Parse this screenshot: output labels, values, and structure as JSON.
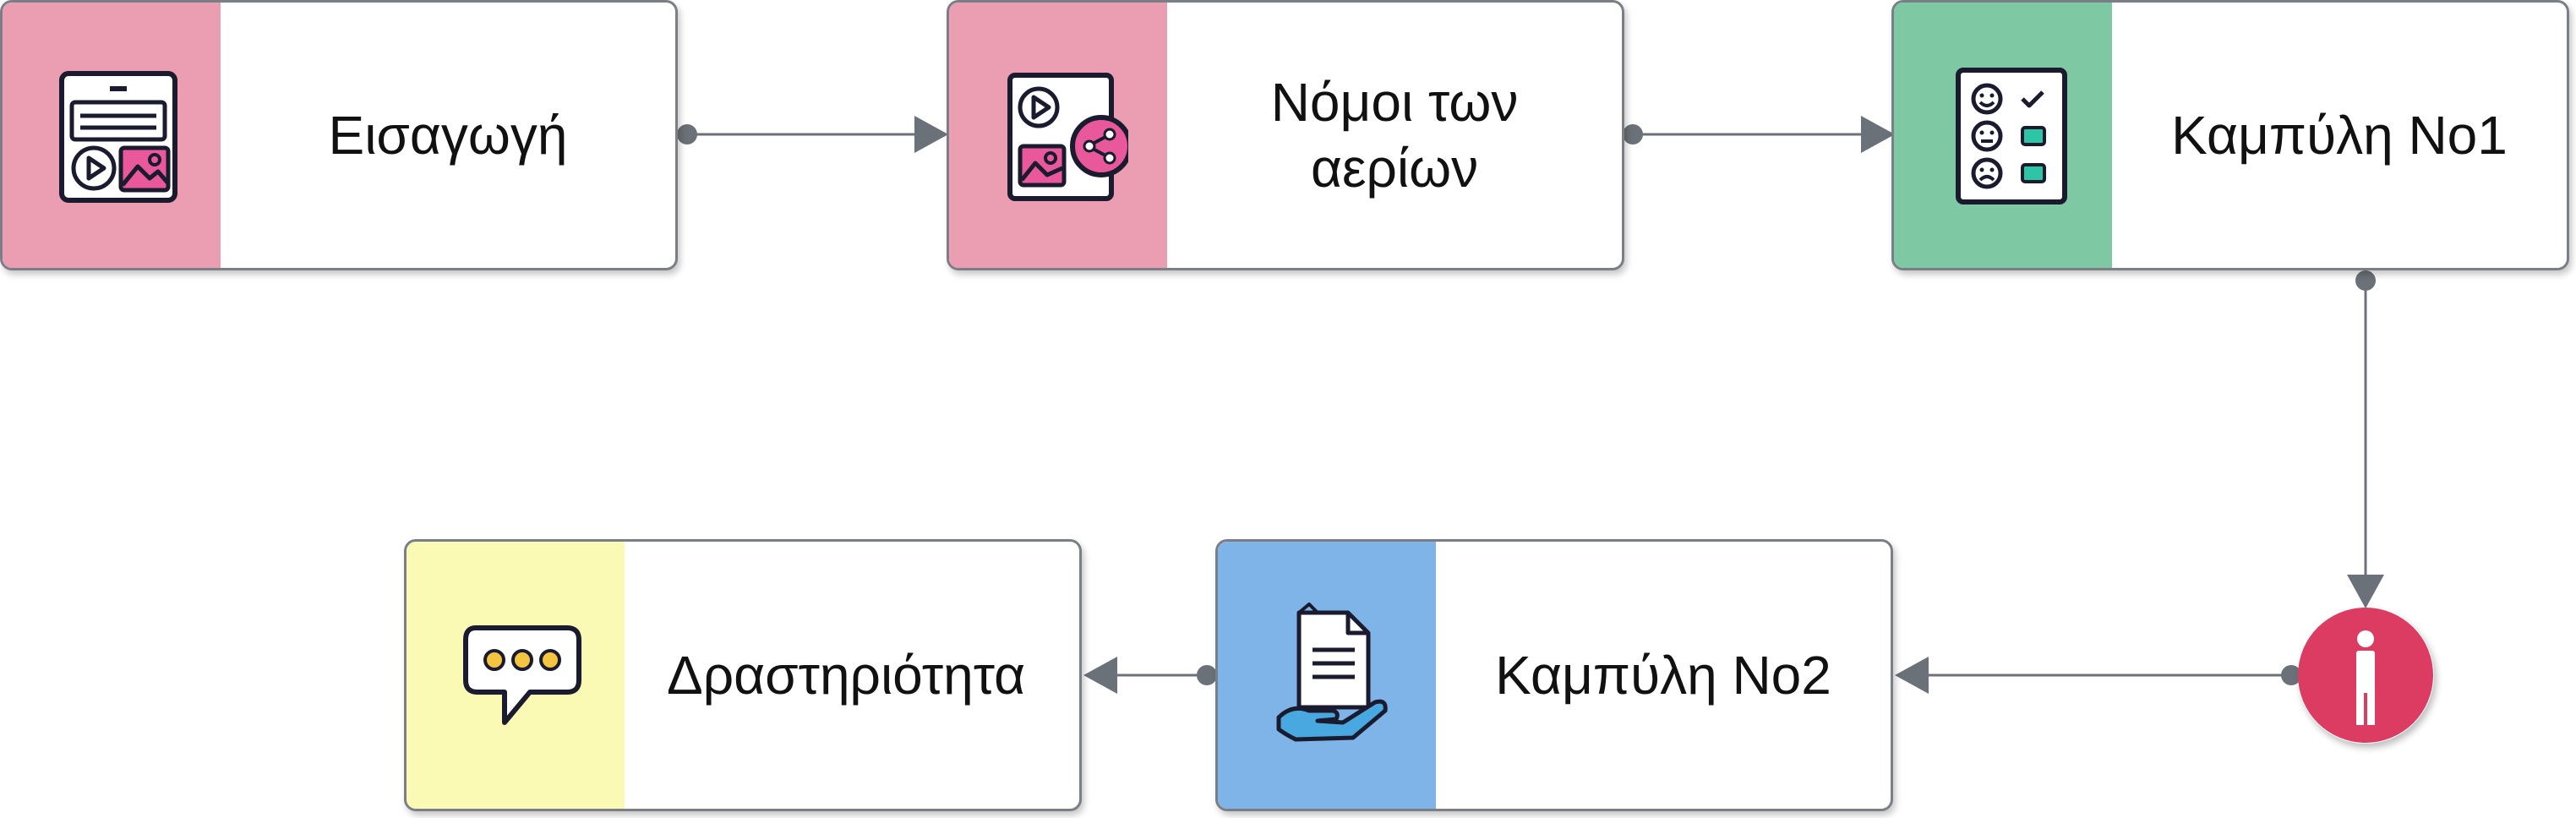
{
  "colors": {
    "pink": "#eb9db1",
    "green": "#7ec8a3",
    "blue": "#7fb4e8",
    "yellow": "#fafab5",
    "actor": "#dc3b62",
    "connector": "#6b7178",
    "accent_pink": "#e8589a",
    "accent_teal": "#2ec4a6"
  },
  "nodes": [
    {
      "id": "intro",
      "label": "Εισαγωγή",
      "color": "pink",
      "icon": "media-layout-icon"
    },
    {
      "id": "gas-laws",
      "label": "Νόμοι των αερίων",
      "color": "pink",
      "icon": "media-share-icon"
    },
    {
      "id": "curve-1",
      "label": "Καμπύλη Νο1",
      "color": "green",
      "icon": "feedback-checklist-icon"
    },
    {
      "id": "curve-2",
      "label": "Καμπύλη Νο2",
      "color": "blue",
      "icon": "document-hand-icon"
    },
    {
      "id": "activity",
      "label": "Δραστηριότητα",
      "color": "yellow",
      "icon": "chat-bubble-icon"
    }
  ],
  "actor": {
    "icon": "person-icon",
    "color": "actor"
  }
}
